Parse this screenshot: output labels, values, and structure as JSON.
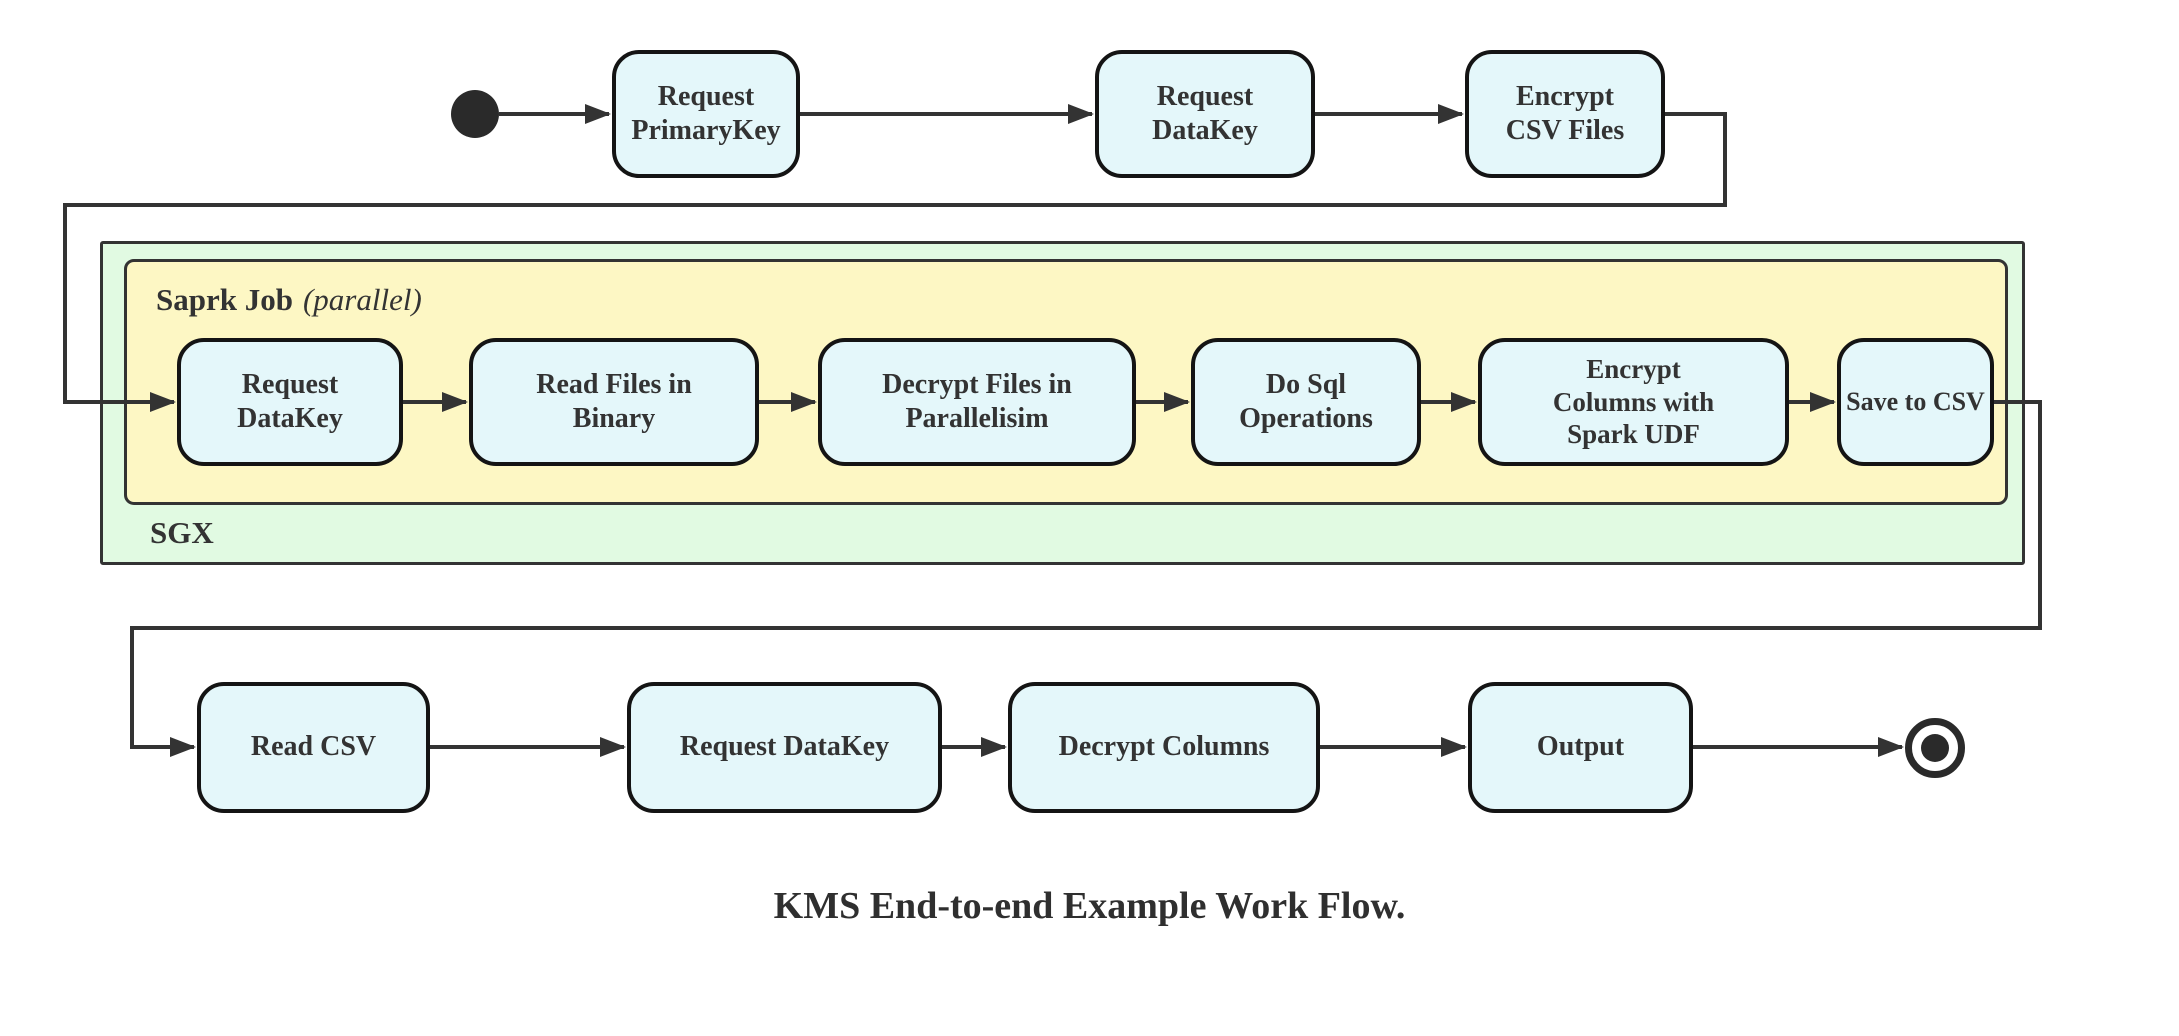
{
  "colors": {
    "node_fill": "#e4f7fa",
    "node_border": "#141414",
    "line": "#333333",
    "text": "#333333",
    "sgx_fill": "#e1fae2",
    "spark_fill": "#fdf7c4",
    "background": "#ffffff"
  },
  "caption": "KMS End-to-end Example Work Flow.",
  "flow": {
    "top": [
      "Request\nPrimaryKey",
      "Request\nDataKey",
      "Encrypt\nCSV Files"
    ],
    "sgx_container": {
      "label": "SGX",
      "spark_container": {
        "label": "Saprk Job",
        "label_qualifier": "(parallel)"
      }
    },
    "sgx": [
      "Request\nDataKey",
      "Read Files in\nBinary",
      "Decrypt Files in\nParallelisim",
      "Do Sql\nOperations",
      "Encrypt\nColumns with\nSpark UDF",
      "Save to CSV"
    ],
    "bottom": [
      "Read CSV",
      "Request DataKey",
      "Decrypt Columns",
      "Output"
    ],
    "edges": [
      "start -> Request PrimaryKey",
      "Request PrimaryKey -> Request DataKey",
      "Request DataKey -> Encrypt CSV Files",
      "Encrypt CSV Files -> SGX:Request DataKey",
      "SGX:Request DataKey -> Read Files in Binary",
      "Read Files in Binary -> Decrypt Files in Parallelisim",
      "Decrypt Files in Parallelisim -> Do Sql Operations",
      "Do Sql Operations -> Encrypt Columns with Spark UDF",
      "Encrypt Columns with Spark UDF -> Save to CSV",
      "Save to CSV -> Read CSV",
      "Read CSV -> Request DataKey",
      "Request DataKey -> Decrypt Columns",
      "Decrypt Columns -> Output",
      "Output -> end"
    ]
  }
}
